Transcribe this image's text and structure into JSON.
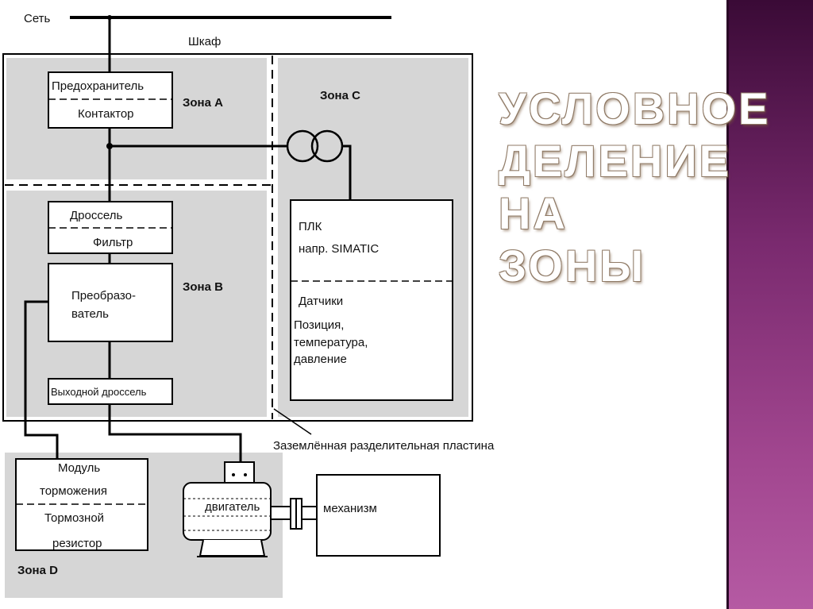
{
  "title": {
    "lines": [
      "УСЛОВНОЕ",
      "ДЕЛЕНИЕ",
      "НА ЗОНЫ"
    ]
  },
  "diagram": {
    "network": "Сеть",
    "cabinet": "Шкаф",
    "zones": {
      "a": "Зона A",
      "b": "Зона B",
      "c": "Зона C",
      "d": "Зона D"
    },
    "fuse": "Предохранитель",
    "contactor": "Контактор",
    "choke": "Дроссель",
    "filter": "Фильтр",
    "converter": [
      "Преобразо-",
      "ватель"
    ],
    "output_choke": "Выходной дроссель",
    "plc": [
      "ПЛК",
      "напр. SIMATIC"
    ],
    "sensors": [
      "Датчики",
      "Позиция,",
      "температура,",
      "давление"
    ],
    "ground_plate": "Заземлённая разделительная пластина",
    "brake_module": [
      "Модуль",
      "торможения"
    ],
    "brake_resistor": [
      "Тормозной",
      "резистор"
    ],
    "motor": "двигатель",
    "mechanism": "механизм"
  },
  "colors": {
    "zone_fill": "#d6d6d6",
    "side_band": "#8e3a82",
    "title_fill": "#ffffff"
  }
}
